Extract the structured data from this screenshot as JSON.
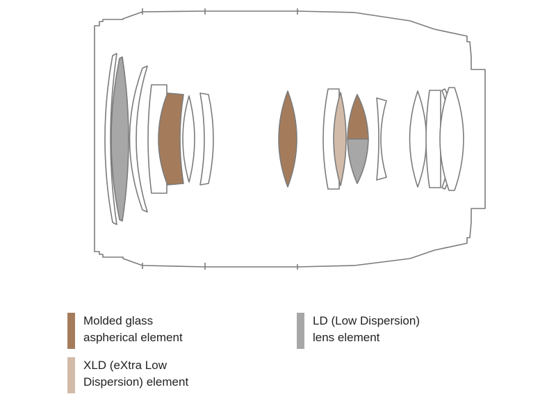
{
  "colors": {
    "outline": "#7b7b7b",
    "molded_aspherical": "#a57c5b",
    "xld": "#d2bba9",
    "ld": "#a7a7a7",
    "background": "#ffffff"
  },
  "legend": [
    {
      "label": "Molded glass\naspherical element",
      "color_key": "molded_aspherical"
    },
    {
      "label": "LD (Low Dispersion)\nlens element",
      "color_key": "ld"
    },
    {
      "label": "XLD (eXtra Low\nDispersion) element",
      "color_key": "xld"
    }
  ]
}
